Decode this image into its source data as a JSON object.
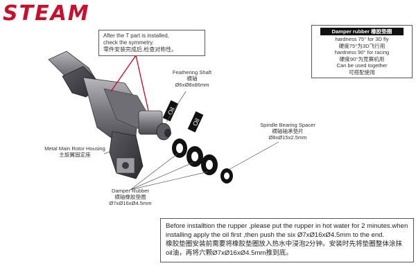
{
  "brand": {
    "logo_text": "STEAM",
    "color": "#c8102e"
  },
  "note_top": {
    "line1": "After the T part is installed,",
    "line2": "check the symmetry.",
    "line3": "零件安装完成后,检查对称性。"
  },
  "damper_info": {
    "title": "Damper rubber 橡胶垫圈",
    "lines": [
      "hardness 75° for 3D fly",
      "硬度75°为3D飞行用",
      "hardness 90° for racing",
      "硬度90°为竞赛机用",
      "Can be used together",
      "可搭配使用"
    ]
  },
  "labels": {
    "feathering_shaft": {
      "en": "Feathering Shaft",
      "cn": "横轴",
      "spec": "Ø6xØ8x86mm"
    },
    "spindle_spacer": {
      "en": "Spindle Bearing Spacer",
      "cn": "横轴轴承垫片",
      "spec": "Ø8xØ15x2.5mm"
    },
    "housing": {
      "en": "Metal Main Rotor Housing",
      "cn": "主旋翼固定座"
    },
    "damper_rubber": {
      "en": "Damper Rubber",
      "cn": "横轴橡胶垫圈",
      "spec": "Ø7xØ16xØ4.5mm"
    }
  },
  "oil_tags": [
    "Oil",
    "Oil"
  ],
  "bottom_note": {
    "en": "Before installtion the rupper ,please put the rupper in hot water for 2 minutes.when installing apply the oil first ,then push the six Ø7xØ16xØ4.5mm to the end.",
    "cn": "橡胶垫圈安装前需要将橡胶垫圈放入热水中浸泡2分钟。安装时先将垫圈整体涂抹oil油，再将六颗Ø7xØ16xØ4.5mm推到底。"
  },
  "colors": {
    "accent": "#d0021b",
    "metal": "#8a8a8f"
  }
}
